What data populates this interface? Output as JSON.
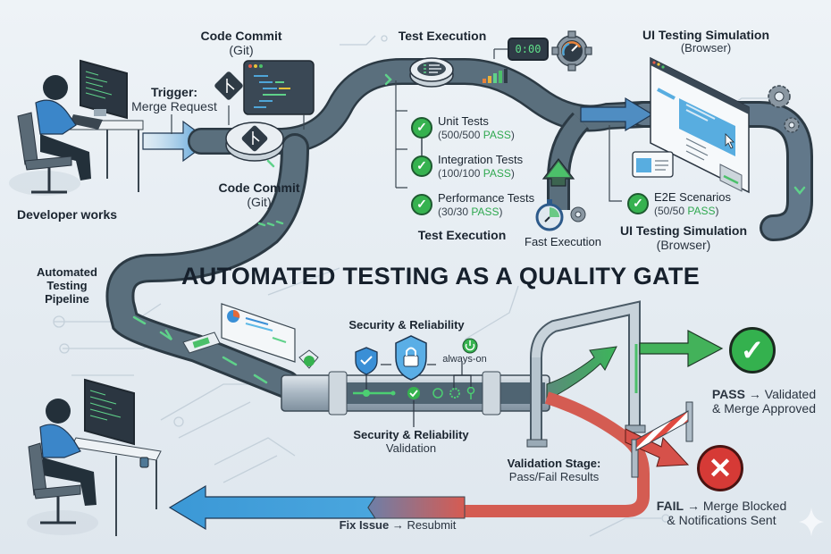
{
  "title": "AUTOMATED TESTING AS A QUALITY GATE",
  "developer_top": {
    "label": "Developer works",
    "icon": "developer-at-desk-icon"
  },
  "trigger": {
    "title": "Trigger:",
    "subtitle": "Merge Request"
  },
  "code_commit_top": {
    "title": "Code Commit",
    "subtitle": "(Git)",
    "icon": "git-icon"
  },
  "code_commit_node": {
    "title": "Code Commit",
    "subtitle": "(Git)",
    "icon": "git-icon"
  },
  "test_execution_top": {
    "title": "Test Execution",
    "icon": "checklist-icon"
  },
  "timer_display": "0:00",
  "tests": [
    {
      "name": "Unit Tests",
      "passed": "500/500",
      "status": "PASS"
    },
    {
      "name": "Integration Tests",
      "passed": "100/100",
      "status": "PASS"
    },
    {
      "name": "Performance Tests",
      "passed": "30/30",
      "status": "PASS"
    }
  ],
  "test_execution_bottom": {
    "title": "Test Execution"
  },
  "fast_execution": {
    "label": "Fast Execution",
    "icon": "stopwatch-icon"
  },
  "ui_testing_top": {
    "title": "UI Testing Simulation",
    "subtitle": "(Browser)",
    "icon": "browser-window-icon"
  },
  "e2e": {
    "name": "E2E Scenarios",
    "passed": "50/50",
    "status": "PASS"
  },
  "ui_testing_bottom": {
    "title": "UI Testing Simulation",
    "subtitle": "(Browser)"
  },
  "pipeline_label": {
    "line1": "Automated",
    "line2": "Testing",
    "line3": "Pipeline"
  },
  "security_top": {
    "title": "Security & Reliability",
    "always_on": "always-on"
  },
  "security_bottom": {
    "title": "Security & Reliability",
    "subtitle": "Validation"
  },
  "validation_stage": {
    "title": "Validation Stage:",
    "subtitle": "Pass/Fail Results"
  },
  "pass_outcome": {
    "bold": "PASS",
    "arrow": "→",
    "text1": "Validated",
    "text2": "& Merge Approved",
    "icon": "check-icon"
  },
  "fail_outcome": {
    "bold": "FAIL",
    "arrow": "→",
    "text1": "Merge Blocked",
    "text2": "& Notifications Sent",
    "icon": "x-icon"
  },
  "fix_issue": {
    "bold": "Fix Issue",
    "arrow": "→",
    "text": "Resubmit"
  },
  "colors": {
    "pass": "#34b14e",
    "fail": "#d63a36",
    "flow_blue": "#3f9ad6",
    "pipe": "#4f6472"
  }
}
